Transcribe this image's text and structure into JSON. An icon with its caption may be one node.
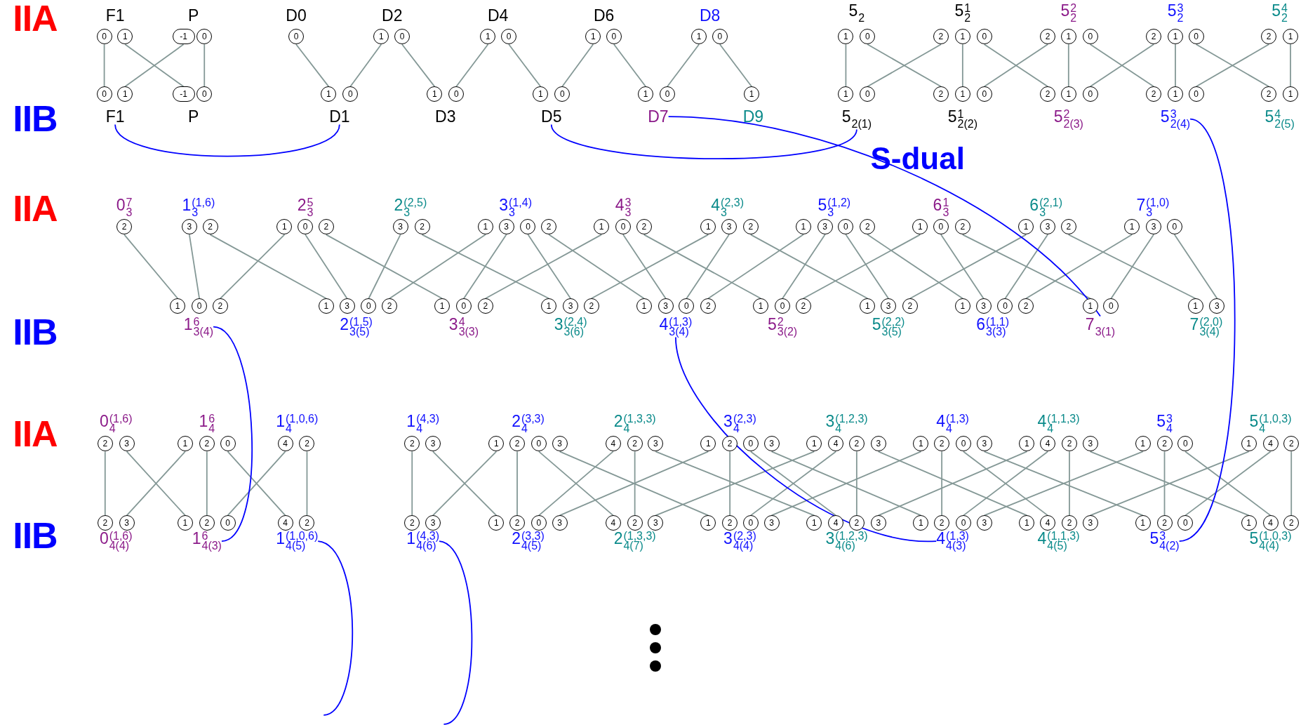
{
  "diagram": {
    "nodes": [
      {
        "text": [
          "F1"
        ]
      },
      {
        "text": [
          "P"
        ]
      },
      {
        "text": [
          "D0"
        ]
      },
      {
        "text": [
          "D2"
        ]
      },
      {
        "text": [
          "D4"
        ]
      },
      {
        "text": [
          "D6"
        ]
      },
      {
        "text": [
          "D8"
        ]
      },
      {
        "text": [
          "5$_{2}$"
        ]
      },
      {
        "text": [
          "5$^{1}$$_{2}$"
        ]
      },
      {
        "text": [
          "5$^{2}$$_{2}$"
        ]
      },
      {
        "text": [
          "5$^{3}$$_{2}$"
        ]
      },
      {
        "text": [
          "5$^{4}$$_{2}$"
        ]
      },
      {
        "text": [
          "0"
        ]
      },
      {
        "text": [
          "1"
        ]
      },
      {
        "text": [
          "-1"
        ]
      },
      {
        "text": [
          "0"
        ]
      },
      {
        "text": [
          "0"
        ]
      },
      {
        "text": [
          "1"
        ]
      },
      {
        "text": [
          "0"
        ]
      },
      {
        "text": [
          "1"
        ]
      },
      {
        "text": [
          "0"
        ]
      },
      {
        "text": [
          "1"
        ]
      },
      {
        "text": [
          "0"
        ]
      },
      {
        "text": [
          "1"
        ]
      },
      {
        "text": [
          "0"
        ]
      },
      {
        "text": [
          "1"
        ]
      },
      {
        "text": [
          "0"
        ]
      },
      {
        "text": [
          "2"
        ]
      },
      {
        "text": [
          "1"
        ]
      },
      {
        "text": [
          "0"
        ]
      },
      {
        "text": [
          "2"
        ]
      },
      {
        "text": [
          "1"
        ]
      },
      {
        "text": [
          "0"
        ]
      },
      {
        "text": [
          "2"
        ]
      },
      {
        "text": [
          "1"
        ]
      },
      {
        "text": [
          "0"
        ]
      },
      {
        "text": [
          "2"
        ]
      },
      {
        "text": [
          "1"
        ]
      },
      {
        "text": [
          "0"
        ]
      },
      {
        "text": [
          "1"
        ]
      },
      {
        "text": [
          "-1"
        ]
      },
      {
        "text": [
          "0"
        ]
      },
      {
        "text": [
          "1"
        ]
      },
      {
        "text": [
          "0"
        ]
      },
      {
        "text": [
          "1"
        ]
      },
      {
        "text": [
          "0"
        ]
      },
      {
        "text": [
          "1"
        ]
      },
      {
        "text": [
          "0"
        ]
      },
      {
        "text": [
          "1"
        ]
      },
      {
        "text": [
          "0"
        ]
      },
      {
        "text": [
          "1"
        ]
      },
      {
        "text": [
          "1"
        ]
      },
      {
        "text": [
          "0"
        ]
      },
      {
        "text": [
          "2"
        ]
      },
      {
        "text": [
          "1"
        ]
      },
      {
        "text": [
          "0"
        ]
      },
      {
        "text": [
          "2"
        ]
      },
      {
        "text": [
          "1"
        ]
      },
      {
        "text": [
          "0"
        ]
      },
      {
        "text": [
          "2"
        ]
      },
      {
        "text": [
          "1"
        ]
      },
      {
        "text": [
          "0"
        ]
      },
      {
        "text": [
          "2"
        ]
      },
      {
        "text": [
          "1"
        ]
      },
      {
        "text": [
          "F1"
        ]
      },
      {
        "text": [
          "P"
        ]
      },
      {
        "text": [
          "D1"
        ]
      },
      {
        "text": [
          "D3"
        ]
      },
      {
        "text": [
          "D5"
        ]
      },
      {
        "text": [
          "D7"
        ]
      },
      {
        "text": [
          "D9"
        ]
      },
      {
        "text": [
          "5$_{2(1)}$"
        ]
      },
      {
        "text": [
          "5$^{1}$$_{2(2)}$"
        ]
      },
      {
        "text": [
          "5$^{2}$$_{2(3)}$"
        ]
      },
      {
        "text": [
          "5$^{3}$$_{2(4)}$"
        ]
      },
      {
        "text": [
          "5$^{4}$$_{2(5)}$"
        ]
      },
      {
        "text": [
          "0$^{7}$$_{3}$"
        ]
      },
      {
        "text": [
          "1$^{(1,6)}$$_{3}$"
        ]
      },
      {
        "text": [
          "2$^{5}$$_{3}$"
        ]
      },
      {
        "text": [
          "2$^{(2,5)}$$_{3}$"
        ]
      },
      {
        "text": [
          "3$^{(1,4)}$$_{3}$"
        ]
      },
      {
        "text": [
          "4$^{3}$$_{3}$"
        ]
      },
      {
        "text": [
          "4$^{(2,3)}$$_{3}$"
        ]
      },
      {
        "text": [
          "5$^{(1,2)}$$_{3}$"
        ]
      },
      {
        "text": [
          "6$^{1}$$_{3}$"
        ]
      },
      {
        "text": [
          "6$^{(2,1)}$$_{3}$"
        ]
      },
      {
        "text": [
          "7$^{(1,0)}$$_{3}$"
        ]
      },
      {
        "text": [
          "2"
        ]
      },
      {
        "text": [
          "3"
        ]
      },
      {
        "text": [
          "2"
        ]
      },
      {
        "text": [
          "1"
        ]
      },
      {
        "text": [
          "0"
        ]
      },
      {
        "text": [
          "2"
        ]
      },
      {
        "text": [
          "3"
        ]
      },
      {
        "text": [
          "2"
        ]
      },
      {
        "text": [
          "1"
        ]
      },
      {
        "text": [
          "3"
        ]
      },
      {
        "text": [
          "0"
        ]
      },
      {
        "text": [
          "2"
        ]
      },
      {
        "text": [
          "1"
        ]
      },
      {
        "text": [
          "0"
        ]
      },
      {
        "text": [
          "2"
        ]
      },
      {
        "text": [
          "1"
        ]
      },
      {
        "text": [
          "3"
        ]
      },
      {
        "text": [
          "2"
        ]
      },
      {
        "text": [
          "1"
        ]
      },
      {
        "text": [
          "3"
        ]
      },
      {
        "text": [
          "0"
        ]
      },
      {
        "text": [
          "2"
        ]
      },
      {
        "text": [
          "1"
        ]
      },
      {
        "text": [
          "0"
        ]
      },
      {
        "text": [
          "2"
        ]
      },
      {
        "text": [
          "1"
        ]
      },
      {
        "text": [
          "3"
        ]
      },
      {
        "text": [
          "2"
        ]
      },
      {
        "text": [
          "1"
        ]
      },
      {
        "text": [
          "3"
        ]
      },
      {
        "text": [
          "0"
        ]
      },
      {
        "text": [
          "1"
        ]
      },
      {
        "text": [
          "0"
        ]
      },
      {
        "text": [
          "2"
        ]
      },
      {
        "text": [
          "1"
        ]
      },
      {
        "text": [
          "3"
        ]
      },
      {
        "text": [
          "0"
        ]
      },
      {
        "text": [
          "2"
        ]
      },
      {
        "text": [
          "1"
        ]
      },
      {
        "text": [
          "0"
        ]
      },
      {
        "text": [
          "2"
        ]
      },
      {
        "text": [
          "1"
        ]
      },
      {
        "text": [
          "3"
        ]
      },
      {
        "text": [
          "2"
        ]
      },
      {
        "text": [
          "1"
        ]
      },
      {
        "text": [
          "3"
        ]
      },
      {
        "text": [
          "0"
        ]
      },
      {
        "text": [
          "2"
        ]
      },
      {
        "text": [
          "1"
        ]
      },
      {
        "text": [
          "0"
        ]
      },
      {
        "text": [
          "2"
        ]
      },
      {
        "text": [
          "1"
        ]
      },
      {
        "text": [
          "3"
        ]
      },
      {
        "text": [
          "2"
        ]
      },
      {
        "text": [
          "1"
        ]
      },
      {
        "text": [
          "3"
        ]
      },
      {
        "text": [
          "0"
        ]
      },
      {
        "text": [
          "2"
        ]
      },
      {
        "text": [
          "1"
        ]
      },
      {
        "text": [
          "0"
        ]
      },
      {
        "text": [
          "1"
        ]
      },
      {
        "text": [
          "3"
        ]
      },
      {
        "text": [
          "1$^{6}$$_{3(4)}$"
        ]
      },
      {
        "text": [
          "2$^{(1,5)}$$_{3(5)}$"
        ]
      },
      {
        "text": [
          "3$^{4}$$_{3(3)}$"
        ]
      },
      {
        "text": [
          "3$^{(2,4)}$$_{3(6)}$"
        ]
      },
      {
        "text": [
          "4$^{(1,3)}$$_{3(4)}$"
        ]
      },
      {
        "text": [
          "5$^{2}$$_{3(2)}$"
        ]
      },
      {
        "text": [
          "5$^{(2,2)}$$_{3(5)}$"
        ]
      },
      {
        "text": [
          "6$^{(1,1)}$$_{3(3)}$"
        ]
      },
      {
        "text": [
          "7$_{3(1)}$"
        ]
      },
      {
        "text": [
          "7$^{(2,0)}$$_{3(4)}$"
        ]
      },
      {
        "text": [
          "0$^{(1,6)}$$_{4}$"
        ]
      },
      {
        "text": [
          "1$^{6}$$_{4}$"
        ]
      },
      {
        "text": [
          "1$^{(1,0,6)}$$_{4}$"
        ]
      },
      {
        "text": [
          "1$^{(4,3)}$$_{4}$"
        ]
      },
      {
        "text": [
          "2$^{(3,3)}$$_{4}$"
        ]
      },
      {
        "text": [
          "2$^{(1,3,3)}$$_{4}$"
        ]
      },
      {
        "text": [
          "3$^{(2,3)}$$_{4}$"
        ]
      },
      {
        "text": [
          "3$^{(1,2,3)}$$_{4}$"
        ]
      },
      {
        "text": [
          "4$^{(1,3)}$$_{4}$"
        ]
      },
      {
        "text": [
          "4$^{(1,1,3)}$$_{4}$"
        ]
      },
      {
        "text": [
          "5$^{3}$$_{4}$"
        ]
      },
      {
        "text": [
          "5$^{(1,0,3)}$$_{4}$"
        ]
      },
      {
        "text": [
          "2"
        ]
      },
      {
        "text": [
          "3"
        ]
      },
      {
        "text": [
          "1"
        ]
      },
      {
        "text": [
          "2"
        ]
      },
      {
        "text": [
          "0"
        ]
      },
      {
        "text": [
          "4"
        ]
      },
      {
        "text": [
          "2"
        ]
      },
      {
        "text": [
          "2"
        ]
      },
      {
        "text": [
          "3"
        ]
      },
      {
        "text": [
          "1"
        ]
      },
      {
        "text": [
          "2"
        ]
      },
      {
        "text": [
          "0"
        ]
      },
      {
        "text": [
          "3"
        ]
      },
      {
        "text": [
          "4"
        ]
      },
      {
        "text": [
          "2"
        ]
      },
      {
        "text": [
          "3"
        ]
      },
      {
        "text": [
          "1"
        ]
      },
      {
        "text": [
          "2"
        ]
      },
      {
        "text": [
          "0"
        ]
      },
      {
        "text": [
          "3"
        ]
      },
      {
        "text": [
          "1"
        ]
      },
      {
        "text": [
          "4"
        ]
      },
      {
        "text": [
          "2"
        ]
      },
      {
        "text": [
          "3"
        ]
      },
      {
        "text": [
          "1"
        ]
      },
      {
        "text": [
          "2"
        ]
      },
      {
        "text": [
          "0"
        ]
      },
      {
        "text": [
          "3"
        ]
      },
      {
        "text": [
          "1"
        ]
      },
      {
        "text": [
          "4"
        ]
      },
      {
        "text": [
          "2"
        ]
      },
      {
        "text": [
          "3"
        ]
      },
      {
        "text": [
          "1"
        ]
      },
      {
        "text": [
          "2"
        ]
      },
      {
        "text": [
          "0"
        ]
      },
      {
        "text": [
          "1"
        ]
      },
      {
        "text": [
          "4"
        ]
      },
      {
        "text": [
          "2"
        ]
      },
      {
        "text": [
          "2"
        ]
      },
      {
        "text": [
          "3"
        ]
      },
      {
        "text": [
          "1"
        ]
      },
      {
        "text": [
          "2"
        ]
      },
      {
        "text": [
          "0"
        ]
      },
      {
        "text": [
          "4"
        ]
      },
      {
        "text": [
          "2"
        ]
      },
      {
        "text": [
          "2"
        ]
      },
      {
        "text": [
          "3"
        ]
      },
      {
        "text": [
          "1"
        ]
      },
      {
        "text": [
          "2"
        ]
      },
      {
        "text": [
          "0"
        ]
      },
      {
        "text": [
          "3"
        ]
      },
      {
        "text": [
          "4"
        ]
      },
      {
        "text": [
          "2"
        ]
      },
      {
        "text": [
          "3"
        ]
      },
      {
        "text": [
          "1"
        ]
      },
      {
        "text": [
          "2"
        ]
      },
      {
        "text": [
          "0"
        ]
      },
      {
        "text": [
          "3"
        ]
      },
      {
        "text": [
          "1"
        ]
      },
      {
        "text": [
          "4"
        ]
      },
      {
        "text": [
          "2"
        ]
      },
      {
        "text": [
          "3"
        ]
      },
      {
        "text": [
          "1"
        ]
      },
      {
        "text": [
          "2"
        ]
      },
      {
        "text": [
          "0"
        ]
      },
      {
        "text": [
          "3"
        ]
      },
      {
        "text": [
          "1"
        ]
      },
      {
        "text": [
          "4"
        ]
      },
      {
        "text": [
          "2"
        ]
      },
      {
        "text": [
          "3"
        ]
      },
      {
        "text": [
          "1"
        ]
      },
      {
        "text": [
          "2"
        ]
      },
      {
        "text": [
          "0"
        ]
      },
      {
        "text": [
          "1"
        ]
      },
      {
        "text": [
          "4"
        ]
      },
      {
        "text": [
          "2"
        ]
      },
      {
        "text": [
          "0$^{(1,6)}$$_{4(4)}$"
        ]
      },
      {
        "text": [
          "1$^{6}$$_{4(3)}$"
        ]
      },
      {
        "text": [
          "1$^{(1,0,6)}$$_{4(5)}$"
        ]
      },
      {
        "text": [
          "1$^{(4,3)}$$_{4(6)}$"
        ]
      },
      {
        "text": [
          "2$^{(3,3)}$$_{4(5)}$"
        ]
      },
      {
        "text": [
          "2$^{(1,3,3)}$$_{4(7)}$"
        ]
      },
      {
        "text": [
          "3$^{(2,3)}$$_{4(4)}$"
        ]
      },
      {
        "text": [
          "3$^{(1,2,3)}$$_{4(6)}$"
        ]
      },
      {
        "text": [
          "4$^{(1,3)}$$_{4(3)}$"
        ]
      },
      {
        "text": [
          "4$^{(1,1,3)}$$_{4(5)}$"
        ]
      },
      {
        "text": [
          "5$^{3}$$_{4(2)}$"
        ]
      },
      {
        "text": [
          "5$^{(1,0,3)}$$_{4(4)}$"
        ]
      }
    ],
    "edges": [
      {
        "from": 12,
        "to": 38,
        "arrow": "none"
      },
      {
        "from": 13,
        "to": 40,
        "arrow": "none"
      },
      {
        "from": 14,
        "to": 39,
        "arrow": "none"
      },
      {
        "from": 15,
        "to": 41,
        "arrow": "none"
      },
      {
        "from": 16,
        "to": 42,
        "arrow": "none"
      },
      {
        "from": 17,
        "to": 43,
        "arrow": "none"
      },
      {
        "from": 18,
        "to": 44,
        "arrow": "none"
      },
      {
        "from": 19,
        "to": 45,
        "arrow": "none"
      },
      {
        "from": 20,
        "to": 46,
        "arrow": "none"
      },
      {
        "from": 21,
        "to": 47,
        "arrow": "none"
      },
      {
        "from": 22,
        "to": 48,
        "arrow": "none"
      },
      {
        "from": 23,
        "to": 49,
        "arrow": "none"
      },
      {
        "from": 24,
        "to": 50,
        "arrow": "none"
      },
      {
        "from": 25,
        "to": 51,
        "arrow": "none"
      },
      {
        "from": 26,
        "to": 53,
        "arrow": "none"
      },
      {
        "from": 27,
        "to": 52,
        "arrow": "none"
      },
      {
        "from": 28,
        "to": 54,
        "arrow": "none"
      },
      {
        "from": 29,
        "to": 56,
        "arrow": "none"
      },
      {
        "from": 30,
        "to": 55,
        "arrow": "none"
      },
      {
        "from": 31,
        "to": 57,
        "arrow": "none"
      },
      {
        "from": 32,
        "to": 59,
        "arrow": "none"
      },
      {
        "from": 33,
        "to": 58,
        "arrow": "none"
      },
      {
        "from": 34,
        "to": 60,
        "arrow": "none"
      },
      {
        "from": 35,
        "to": 62,
        "arrow": "none"
      },
      {
        "from": 36,
        "to": 61,
        "arrow": "none"
      },
      {
        "from": 37,
        "to": 63,
        "arrow": "none"
      },
      {
        "from": 87,
        "to": 118,
        "arrow": "none"
      },
      {
        "from": 88,
        "to": 119,
        "arrow": "none"
      },
      {
        "from": 89,
        "to": 121,
        "arrow": "none"
      },
      {
        "from": 90,
        "to": 120,
        "arrow": "none"
      },
      {
        "from": 91,
        "to": 122,
        "arrow": "none"
      },
      {
        "from": 92,
        "to": 125,
        "arrow": "none"
      },
      {
        "from": 93,
        "to": 123,
        "arrow": "none"
      },
      {
        "from": 94,
        "to": 128,
        "arrow": "none"
      },
      {
        "from": 95,
        "to": 124,
        "arrow": "none"
      },
      {
        "from": 96,
        "to": 126,
        "arrow": "none"
      },
      {
        "from": 97,
        "to": 129,
        "arrow": "none"
      },
      {
        "from": 98,
        "to": 131,
        "arrow": "none"
      },
      {
        "from": 99,
        "to": 127,
        "arrow": "none"
      },
      {
        "from": 100,
        "to": 132,
        "arrow": "none"
      },
      {
        "from": 101,
        "to": 135,
        "arrow": "none"
      },
      {
        "from": 102,
        "to": 130,
        "arrow": "none"
      },
      {
        "from": 103,
        "to": 133,
        "arrow": "none"
      },
      {
        "from": 104,
        "to": 138,
        "arrow": "none"
      },
      {
        "from": 105,
        "to": 134,
        "arrow": "none"
      },
      {
        "from": 106,
        "to": 136,
        "arrow": "none"
      },
      {
        "from": 107,
        "to": 139,
        "arrow": "none"
      },
      {
        "from": 108,
        "to": 141,
        "arrow": "none"
      },
      {
        "from": 109,
        "to": 137,
        "arrow": "none"
      },
      {
        "from": 110,
        "to": 142,
        "arrow": "none"
      },
      {
        "from": 111,
        "to": 145,
        "arrow": "none"
      },
      {
        "from": 112,
        "to": 140,
        "arrow": "none"
      },
      {
        "from": 113,
        "to": 143,
        "arrow": "none"
      },
      {
        "from": 114,
        "to": 147,
        "arrow": "none"
      },
      {
        "from": 115,
        "to": 144,
        "arrow": "none"
      },
      {
        "from": 116,
        "to": 146,
        "arrow": "none"
      },
      {
        "from": 117,
        "to": 148,
        "arrow": "none"
      },
      {
        "from": 171,
        "to": 209,
        "arrow": "none"
      },
      {
        "from": 172,
        "to": 211,
        "arrow": "none"
      },
      {
        "from": 173,
        "to": 210,
        "arrow": "none"
      },
      {
        "from": 174,
        "to": 212,
        "arrow": "none"
      },
      {
        "from": 175,
        "to": 214,
        "arrow": "none"
      },
      {
        "from": 176,
        "to": 213,
        "arrow": "none"
      },
      {
        "from": 177,
        "to": 215,
        "arrow": "none"
      },
      {
        "from": 178,
        "to": 216,
        "arrow": "none"
      },
      {
        "from": 179,
        "to": 218,
        "arrow": "none"
      },
      {
        "from": 180,
        "to": 217,
        "arrow": "none"
      },
      {
        "from": 181,
        "to": 219,
        "arrow": "none"
      },
      {
        "from": 182,
        "to": 222,
        "arrow": "none"
      },
      {
        "from": 183,
        "to": 225,
        "arrow": "none"
      },
      {
        "from": 184,
        "to": 220,
        "arrow": "none"
      },
      {
        "from": 185,
        "to": 223,
        "arrow": "none"
      },
      {
        "from": 186,
        "to": 229,
        "arrow": "none"
      },
      {
        "from": 187,
        "to": 221,
        "arrow": "none"
      },
      {
        "from": 188,
        "to": 226,
        "arrow": "none"
      },
      {
        "from": 189,
        "to": 230,
        "arrow": "none"
      },
      {
        "from": 190,
        "to": 233,
        "arrow": "none"
      },
      {
        "from": 191,
        "to": 224,
        "arrow": "none"
      },
      {
        "from": 192,
        "to": 227,
        "arrow": "none"
      },
      {
        "from": 193,
        "to": 231,
        "arrow": "none"
      },
      {
        "from": 194,
        "to": 237,
        "arrow": "none"
      },
      {
        "from": 195,
        "to": 228,
        "arrow": "none"
      },
      {
        "from": 196,
        "to": 234,
        "arrow": "none"
      },
      {
        "from": 197,
        "to": 238,
        "arrow": "none"
      },
      {
        "from": 198,
        "to": 241,
        "arrow": "none"
      },
      {
        "from": 199,
        "to": 232,
        "arrow": "none"
      },
      {
        "from": 200,
        "to": 235,
        "arrow": "none"
      },
      {
        "from": 201,
        "to": 239,
        "arrow": "none"
      },
      {
        "from": 202,
        "to": 244,
        "arrow": "none"
      },
      {
        "from": 203,
        "to": 236,
        "arrow": "none"
      },
      {
        "from": 204,
        "to": 242,
        "arrow": "none"
      },
      {
        "from": 205,
        "to": 245,
        "arrow": "none"
      },
      {
        "from": 206,
        "to": 240,
        "arrow": "none"
      },
      {
        "from": 207,
        "to": 243,
        "arrow": "none"
      },
      {
        "from": 208,
        "to": 246,
        "arrow": "none"
      },
      {
        "from": 64,
        "to": 66,
        "arrow": "none",
        "color": "#0000ff"
      },
      {
        "from": 68,
        "to": 71,
        "arrow": "none",
        "color": "#0000ff"
      },
      {
        "from": 69,
        "to": 157,
        "arrow": "none",
        "color": "#0000ff"
      },
      {
        "from": 74,
        "to": 257,
        "arrow": "none",
        "color": "#0000ff"
      },
      {
        "from": 149,
        "to": 248,
        "arrow": "none",
        "color": "#0000ff"
      },
      {
        "from": 153,
        "to": 255,
        "arrow": "none",
        "color": "#0000ff"
      },
      {
        "from": 249,
        "to": null,
        "arrow": "none",
        "color": "#0000ff"
      },
      {
        "from": 250,
        "to": null,
        "arrow": "none",
        "color": "#0000ff"
      }
    ],
    "labels": [
      "IIA",
      "IIB",
      "S-dual",
      "IIA",
      "IIB",
      "IIA",
      "IIB"
    ]
  }
}
